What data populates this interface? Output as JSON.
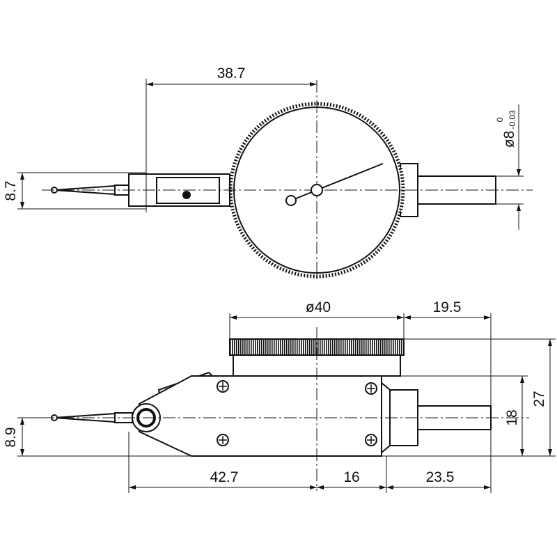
{
  "dimensions": {
    "top_width": "38.7",
    "top_height": "8.7",
    "stem_diameter": "ø8",
    "stem_tol_upper": "0",
    "stem_tol_lower": "-0.03",
    "dial_diameter": "ø40",
    "stem_offset": "19.5",
    "total_height": "27",
    "body_height": "18",
    "tip_height": "8.9",
    "body_length": "42.7",
    "mid_length": "16",
    "stem_length": "23.5"
  }
}
